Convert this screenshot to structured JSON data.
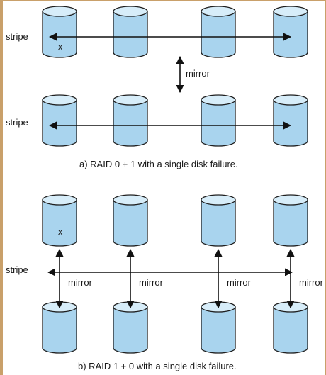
{
  "colors": {
    "disk_fill": "#a9d4ee",
    "disk_top": "#d7edf9",
    "disk_stroke": "#1f1f1f",
    "arrow": "#111111",
    "frame": "#c9a06a",
    "accent": "#4a90d9"
  },
  "part_a": {
    "stripe_label_top": "stripe",
    "stripe_label_bottom": "stripe",
    "mirror_label": "mirror",
    "failed_mark": "x",
    "caption": "a) RAID 0 + 1 with a single disk failure."
  },
  "part_b": {
    "stripe_label": "stripe",
    "mirror_labels": [
      "mirror",
      "mirror",
      "mirror",
      "mirror"
    ],
    "failed_mark": "x",
    "caption": "b) RAID 1 + 0 with a single disk failure."
  }
}
